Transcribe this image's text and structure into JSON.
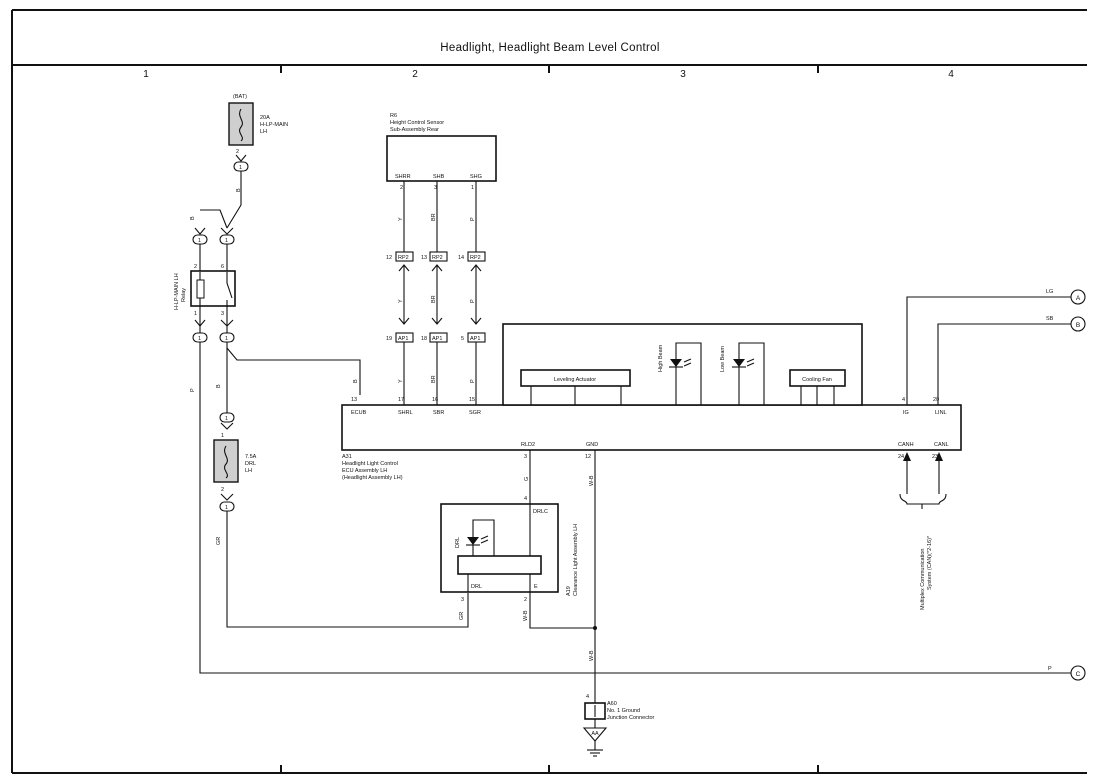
{
  "title": "Headlight,  Headlight Beam Level Control",
  "columns": [
    "1",
    "2",
    "3",
    "4"
  ],
  "fuse_20a": {
    "source": "(BAT)",
    "rating": "20A",
    "name": "H-LP-MAIN",
    "side": "LH",
    "pin_out": "2",
    "pin_conn": "1"
  },
  "relay": {
    "name_line1": "H-LP-MAIN LH",
    "name_line2": "Relay",
    "pins": {
      "p2": "2",
      "p6": "6",
      "p1": "1",
      "p3": "3"
    },
    "conn_pins": {
      "top_left": "1",
      "top_right": "1",
      "bot_left": "1",
      "bot_right": "1"
    }
  },
  "wire_colors": {
    "bat_to_relay": "B",
    "relay_left_top": "B",
    "relay_to_ecu": "B",
    "relay_p_down": "P",
    "relay_b_down": "B",
    "drl_out": "GR",
    "rld2": "G",
    "gnd": "W-B",
    "drl_to_clear": "GR",
    "e_to_gnd": "W-B",
    "ground_lower": "W-B",
    "shrr": "Y",
    "shb": "BR",
    "shg": "P",
    "shrl": "Y",
    "sbr": "BR",
    "sgr": "P",
    "lg": "LG",
    "sb": "SB",
    "p_right": "P"
  },
  "sensor": {
    "id": "R6",
    "name_line1": "Height Control Sensor",
    "name_line2": "Sub-Assembly Rear",
    "pins": [
      {
        "label": "SHRR",
        "num": "2"
      },
      {
        "label": "SHB",
        "num": "3"
      },
      {
        "label": "SHG",
        "num": "1"
      }
    ]
  },
  "connectors_rp2": [
    {
      "num": "12",
      "id": "RP2"
    },
    {
      "num": "13",
      "id": "RP2"
    },
    {
      "num": "14",
      "id": "RP2"
    }
  ],
  "connectors_ap1": [
    {
      "num": "19",
      "id": "AP1"
    },
    {
      "num": "18",
      "id": "AP1"
    },
    {
      "num": "5",
      "id": "AP1"
    }
  ],
  "ecu": {
    "id": "A31",
    "name_line1": "Headlight Light Control",
    "name_line2": "ECU Assembly LH",
    "name_line3": "(Headlight Assembly LH)",
    "top_pins": [
      {
        "label": "ECUB",
        "num": "13"
      },
      {
        "label": "SHRL",
        "num": "17"
      },
      {
        "label": "SBR",
        "num": "16"
      },
      {
        "label": "SGR",
        "num": "15"
      },
      {
        "label": "IG",
        "num": "4"
      },
      {
        "label": "LINL",
        "num": "20"
      }
    ],
    "bottom_pins": [
      {
        "label": "RLD2",
        "num": "3"
      },
      {
        "label": "GND",
        "num": "12"
      },
      {
        "label": "CANH",
        "num": "24"
      },
      {
        "label": "CANL",
        "num": "23"
      }
    ],
    "leveling_actuator": "Leveling Actuator",
    "high_beam": "High Beam",
    "low_beam": "Low Beam",
    "cooling_fan": "Cooling Fan"
  },
  "fuse_drl": {
    "rating": "7.5A",
    "name": "DRL",
    "side": "LH",
    "pin_in": "1",
    "pin_out": "2",
    "conn_top": "1",
    "conn_bot": "1"
  },
  "clearance": {
    "id": "A19",
    "name_line1": "Clearance Light Assembly LH",
    "drl_label": "DRL",
    "drlc": "DRLC",
    "drl_pin": "DRL",
    "e_pin": "E",
    "pin_top": "4",
    "pin_drl": "3",
    "pin_e": "2"
  },
  "multiplex": {
    "line1": "Multiplex Communication",
    "line2": "System (CAN)(*2-16)*"
  },
  "junction": {
    "id": "A60",
    "name_line1": "No. 1 Ground",
    "name_line2": "Junction Connector",
    "pin": "4",
    "ground": "AA"
  },
  "offpage": [
    "A",
    "B",
    "C"
  ]
}
